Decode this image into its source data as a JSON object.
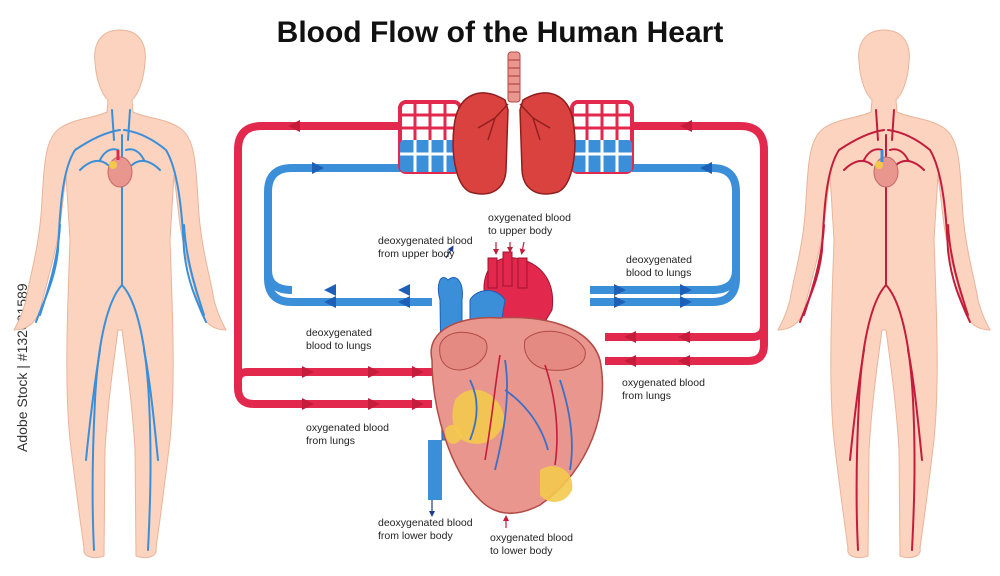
{
  "title": "Blood  Flow  of the Human Heart",
  "labels": {
    "deoxy_upper": [
      "deoxygenated blood",
      "from upper body"
    ],
    "oxy_upper": [
      "oxygenated blood",
      "to upper body"
    ],
    "deoxy_lungs_right": [
      "deoxygenated",
      "blood to lungs"
    ],
    "deoxy_lungs_left": [
      "deoxygenated",
      "blood to lungs"
    ],
    "oxy_from_lungs_right": [
      "oxygenated blood",
      "from lungs"
    ],
    "oxy_from_lungs_left": [
      "oxygenated blood",
      "from lungs"
    ],
    "deoxy_lower": [
      "deoxygenated blood",
      "from lower body"
    ],
    "oxy_lower": [
      "oxygenated blood",
      "to lower body"
    ]
  },
  "watermark": "Adobe Stock | #132081589",
  "colors": {
    "oxygenated": "#e3284e",
    "deoxygenated": "#3b8fd9",
    "skin": "#fbd3bf",
    "heart": "#e9968f",
    "fat": "#f3c94c"
  }
}
